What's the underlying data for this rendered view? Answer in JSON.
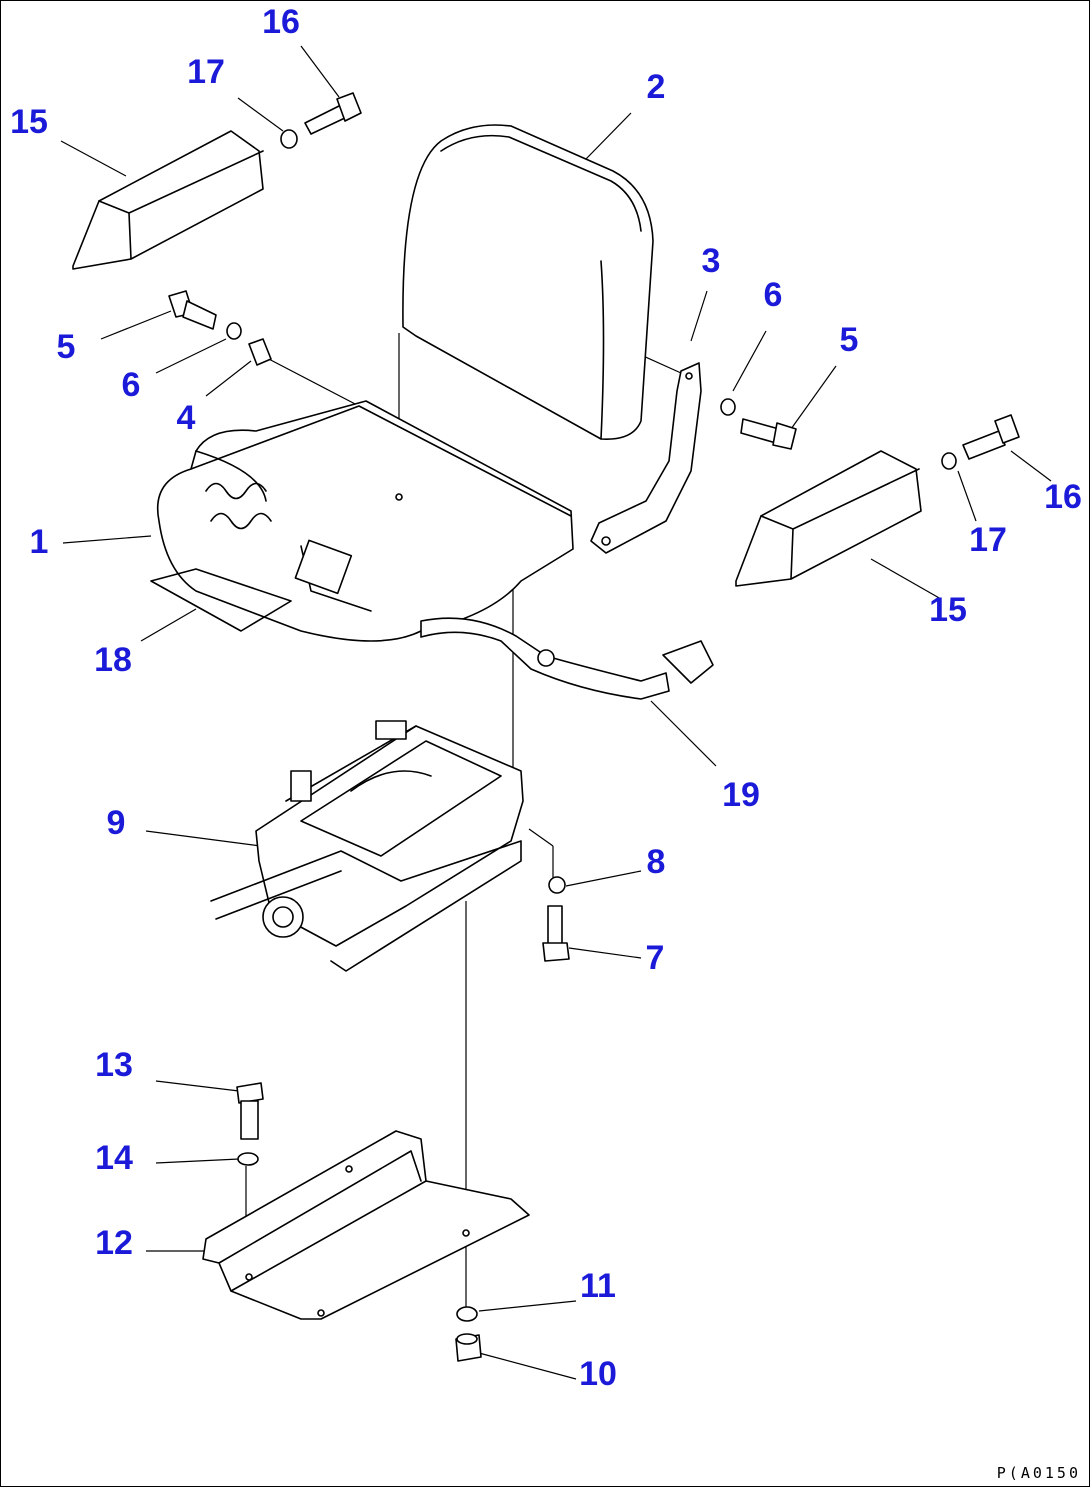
{
  "drawing": {
    "code": "P(A0150",
    "callouts": [
      {
        "id": "c1",
        "label": "1"
      },
      {
        "id": "c2",
        "label": "2"
      },
      {
        "id": "c3",
        "label": "3"
      },
      {
        "id": "c4",
        "label": "4"
      },
      {
        "id": "c5a",
        "label": "5"
      },
      {
        "id": "c5b",
        "label": "5"
      },
      {
        "id": "c6a",
        "label": "6"
      },
      {
        "id": "c6b",
        "label": "6"
      },
      {
        "id": "c7",
        "label": "7"
      },
      {
        "id": "c8",
        "label": "8"
      },
      {
        "id": "c9",
        "label": "9"
      },
      {
        "id": "c10",
        "label": "10"
      },
      {
        "id": "c11",
        "label": "11"
      },
      {
        "id": "c12",
        "label": "12"
      },
      {
        "id": "c13",
        "label": "13"
      },
      {
        "id": "c14",
        "label": "14"
      },
      {
        "id": "c15a",
        "label": "15"
      },
      {
        "id": "c15b",
        "label": "15"
      },
      {
        "id": "c16a",
        "label": "16"
      },
      {
        "id": "c16b",
        "label": "16"
      },
      {
        "id": "c17a",
        "label": "17"
      },
      {
        "id": "c17b",
        "label": "17"
      },
      {
        "id": "c18",
        "label": "18"
      },
      {
        "id": "c19",
        "label": "19"
      }
    ]
  }
}
